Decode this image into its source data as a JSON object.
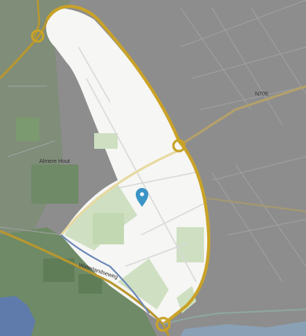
{
  "map": {
    "labels": {
      "district": "Almere Hout",
      "road": "N706",
      "highway": "Waterlandseweg"
    },
    "colors": {
      "overlay": "#8a8a8a",
      "highlight": "#ffffff",
      "ring_road": "#c9a227",
      "green": "#b9d3a5",
      "water": "#6a86b8",
      "pin": "#3c94c6"
    },
    "marker_icon": "map-pin-icon"
  }
}
